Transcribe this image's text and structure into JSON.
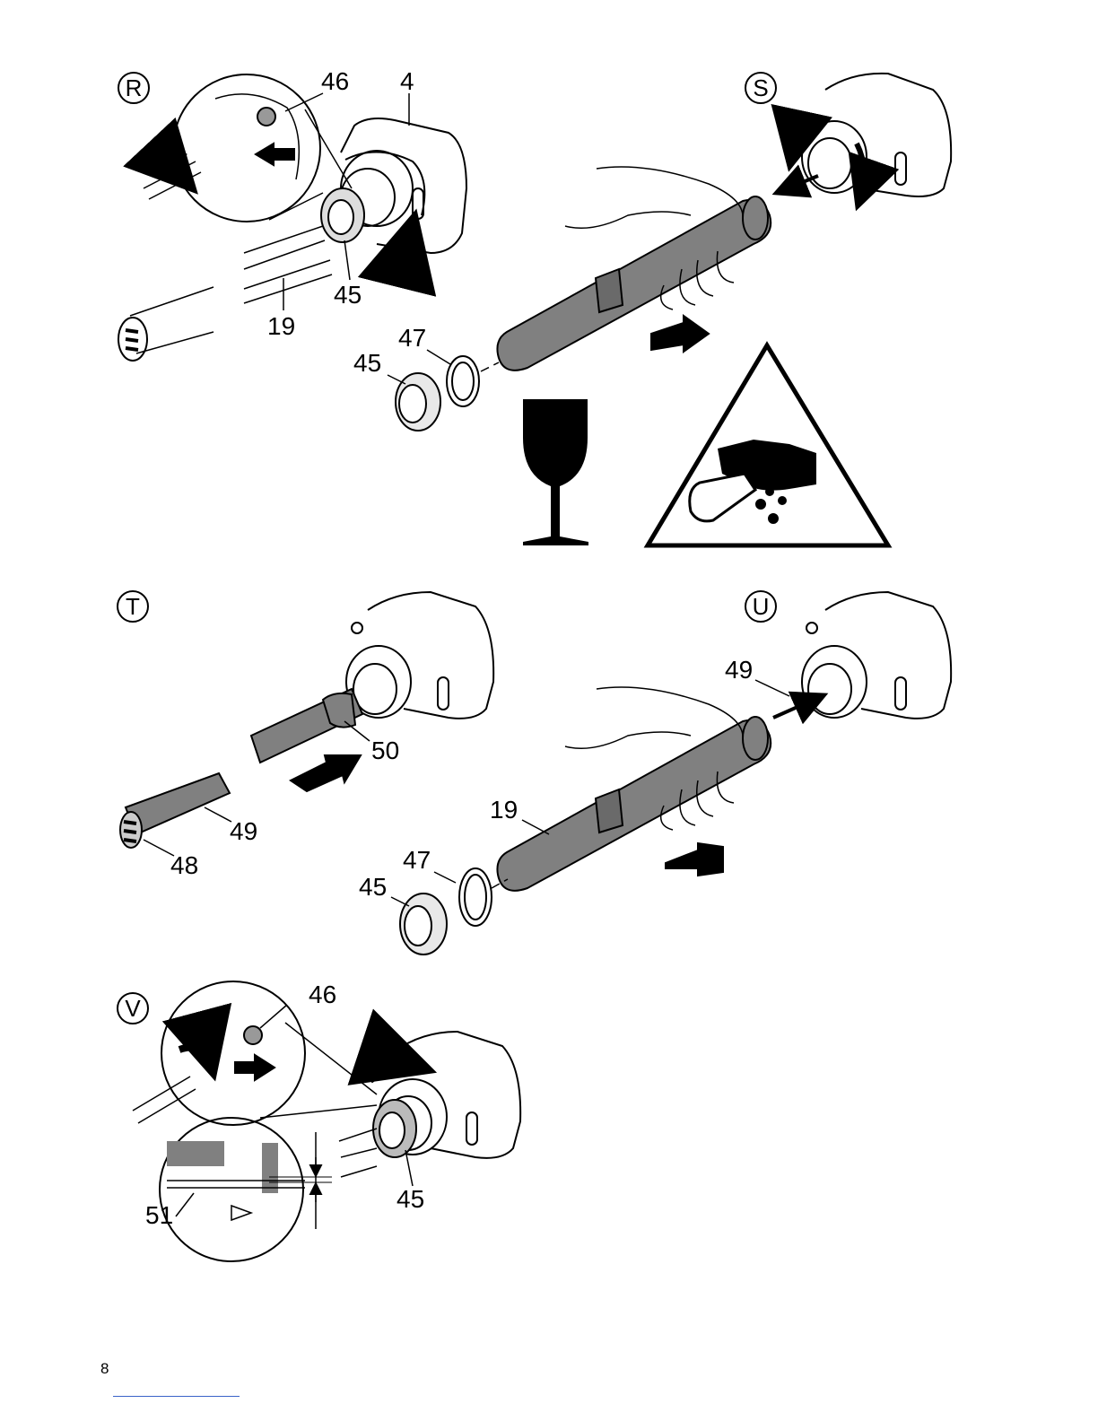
{
  "panels": {
    "R": {
      "letter": "R",
      "callouts": [
        "46",
        "4",
        "45",
        "19"
      ]
    },
    "S": {
      "letter": "S",
      "callouts": [
        "47",
        "45"
      ]
    },
    "T": {
      "letter": "T",
      "callouts": [
        "50",
        "49",
        "48"
      ]
    },
    "U": {
      "letter": "U",
      "callouts": [
        "49",
        "19",
        "47",
        "45"
      ]
    },
    "V": {
      "letter": "V",
      "callouts": [
        "46",
        "45",
        "51"
      ]
    }
  },
  "symbols": [
    "fragile-glass-icon",
    "cut-hazard-warning-icon"
  ],
  "colors": {
    "tube_fill": "#808080",
    "line": "#000000",
    "footer_rule": "#3a63c8"
  },
  "page_number": "8"
}
